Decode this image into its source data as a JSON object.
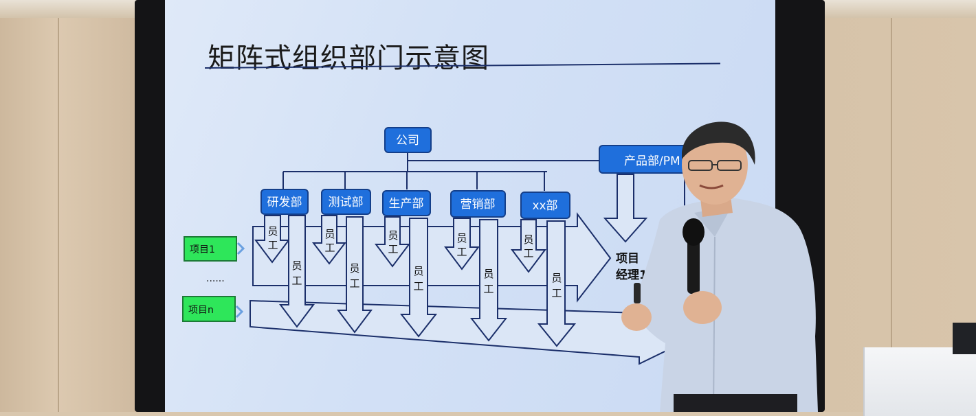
{
  "slide": {
    "title": "矩阵式组织部门示意图",
    "company": "公司",
    "departments": [
      "研发部",
      "测试部",
      "生产部",
      "营销部",
      "xx部"
    ],
    "product_dept": "产品部/PM",
    "employee_short": [
      "员",
      "工"
    ],
    "projects": [
      "项目1",
      "项目n"
    ],
    "ellipsis": "......",
    "project_manager": [
      "项目",
      "经理1"
    ]
  },
  "colors": {
    "box_blue": "#1f6fdc",
    "project_green": "#2ee65a",
    "arrow_outline": "#1b2f6a",
    "screen_bg": "#d3e1f6"
  }
}
